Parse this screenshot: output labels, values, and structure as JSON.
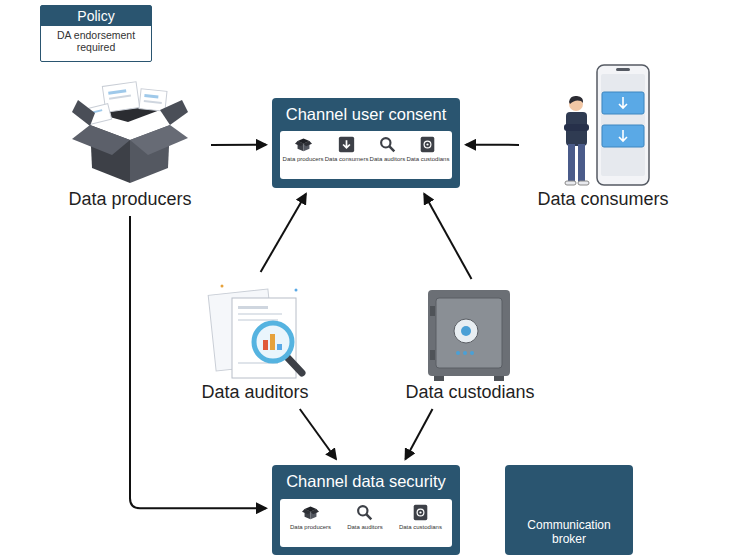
{
  "diagram": {
    "nodes": [
      {
        "text": [
          "Policy",
          "DA endorsement required"
        ]
      },
      {
        "text": [
          "Data producers"
        ]
      },
      {
        "text": [
          "Channel user consent"
        ]
      },
      {
        "text": [
          "Data producers",
          "Data consumers",
          "Data auditors",
          "Data custodians"
        ],
        "in": 2
      },
      {
        "text": [
          "Data consumers"
        ]
      },
      {
        "text": [
          "Data auditors"
        ]
      },
      {
        "text": [
          "Data custodians"
        ]
      },
      {
        "text": [
          "Channel data security"
        ]
      },
      {
        "text": [
          "Data producers",
          "Data auditors",
          "Data custodians"
        ],
        "in": 7
      },
      {
        "text": [
          "Communication broker"
        ]
      }
    ],
    "edges": [
      {
        "from": 1,
        "to": 2,
        "arrow": "to"
      },
      {
        "from": 4,
        "to": 2,
        "arrow": "to"
      },
      {
        "from": 5,
        "to": 2,
        "arrow": "to"
      },
      {
        "from": 6,
        "to": 2,
        "arrow": "to"
      },
      {
        "from": 5,
        "to": 7,
        "arrow": "to"
      },
      {
        "from": 6,
        "to": 7,
        "arrow": "to"
      },
      {
        "from": 1,
        "to": 7,
        "arrow": "to"
      }
    ]
  }
}
